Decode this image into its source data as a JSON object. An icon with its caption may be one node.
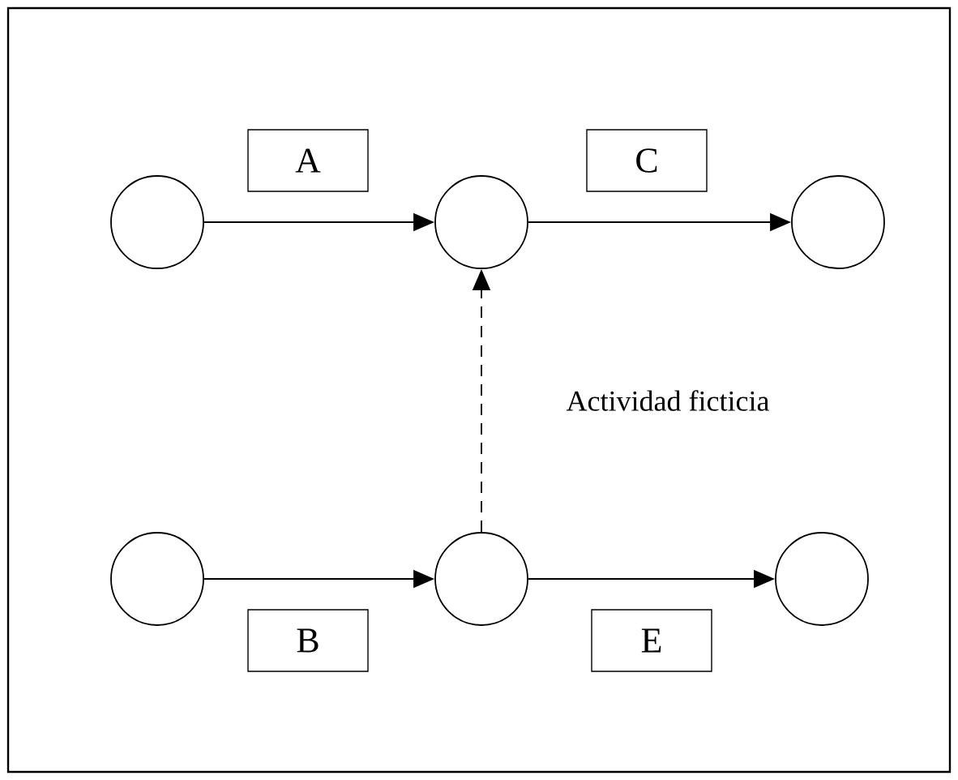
{
  "diagram": {
    "nodes": [
      {
        "text": [],
        "shape": "circle"
      },
      {
        "text": [],
        "shape": "circle"
      },
      {
        "text": [],
        "shape": "circle"
      },
      {
        "text": [],
        "shape": "circle"
      },
      {
        "text": [],
        "shape": "circle"
      },
      {
        "text": [],
        "shape": "circle"
      }
    ],
    "edges": [
      {
        "from": 0,
        "to": 1,
        "arrow": "to",
        "label": "A"
      },
      {
        "from": 1,
        "to": 2,
        "arrow": "to",
        "label": "C"
      },
      {
        "from": 4,
        "to": 1,
        "arrow": "to",
        "label": "Actividad ficticia",
        "style": "dashed"
      },
      {
        "from": 3,
        "to": 4,
        "arrow": "to",
        "label": "B"
      },
      {
        "from": 4,
        "to": 5,
        "arrow": "to",
        "label": "E"
      }
    ]
  }
}
